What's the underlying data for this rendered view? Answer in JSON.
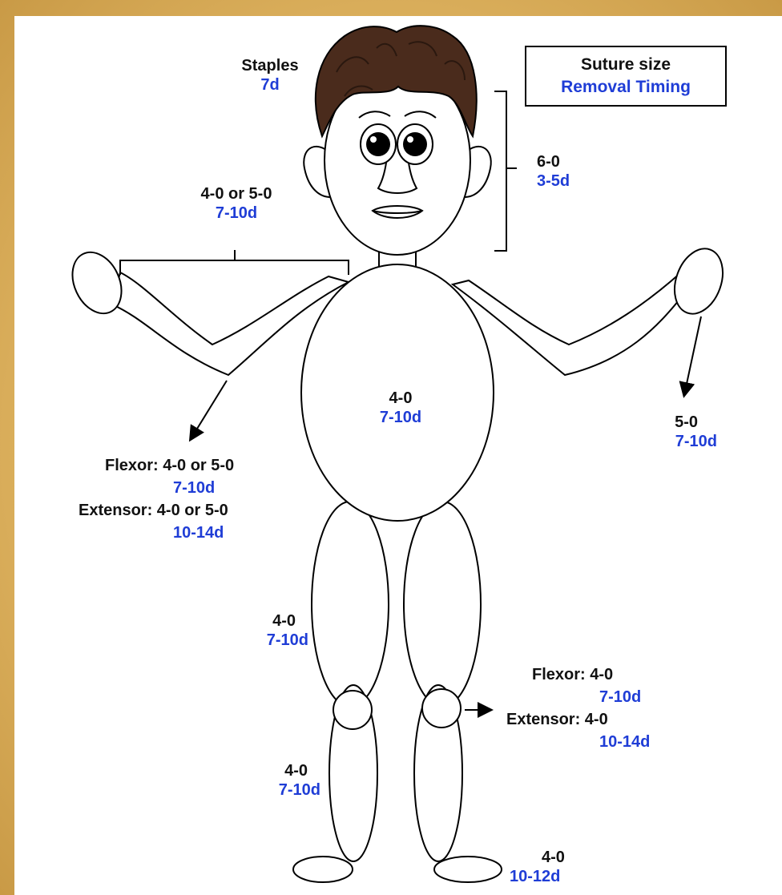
{
  "legend": {
    "size_label": "Suture size",
    "timing_label": "Removal Timing"
  },
  "regions": {
    "scalp": {
      "size": "Staples",
      "timing": "7d"
    },
    "face": {
      "size": "6-0",
      "timing": "3-5d"
    },
    "arm": {
      "size": "4-0 or 5-0",
      "timing": "7-10d"
    },
    "trunk": {
      "size": "4-0",
      "timing": "7-10d"
    },
    "hand": {
      "size": "5-0",
      "timing": "7-10d"
    },
    "joint_upper": {
      "flexor_size": "Flexor: 4-0 or 5-0",
      "flexor_timing": "7-10d",
      "extensor_size": "Extensor: 4-0 or 5-0",
      "extensor_timing": "10-14d"
    },
    "thigh": {
      "size": "4-0",
      "timing": "7-10d"
    },
    "knee": {
      "flexor_size": "Flexor: 4-0",
      "flexor_timing": "7-10d",
      "extensor_size": "Extensor: 4-0",
      "extensor_timing": "10-14d"
    },
    "lower_leg": {
      "size": "4-0",
      "timing": "7-10d"
    },
    "foot": {
      "size": "4-0",
      "timing": "10-12d"
    }
  },
  "colors": {
    "size_text": "#111111",
    "timing_text": "#1f3dd6",
    "hair": "#4a2b1c",
    "background": "#dcb15e"
  }
}
